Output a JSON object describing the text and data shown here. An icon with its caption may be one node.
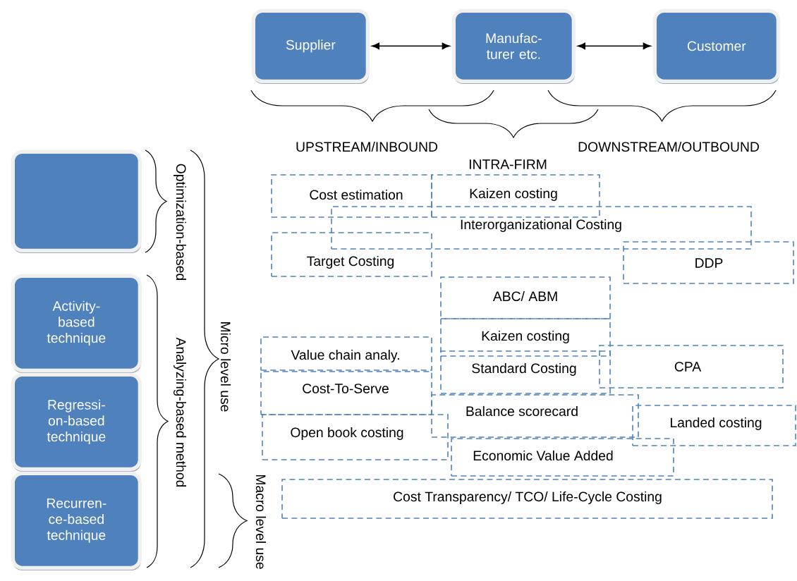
{
  "diagram": {
    "nodes": [
      {
        "text": [
          "Supplier"
        ]
      },
      {
        "text": [
          "Manufac- turer etc."
        ]
      },
      {
        "text": [
          "Customer"
        ]
      },
      {
        "text": [],
        "shape": "box"
      },
      {
        "text": [
          "Activity- based technique"
        ]
      },
      {
        "text": [
          "Regressi- on-based technique"
        ]
      },
      {
        "text": [
          "Recurren- ce-based technique"
        ]
      },
      {
        "text": [
          "Cost estimation"
        ]
      },
      {
        "text": [
          "Kaizen costing"
        ]
      },
      {
        "text": [
          "Interorganizational Costing"
        ]
      },
      {
        "text": [
          "Target Costing"
        ]
      },
      {
        "text": [
          "DDP"
        ]
      },
      {
        "text": [
          "ABC/ ABM"
        ]
      },
      {
        "text": [
          "Kaizen costing"
        ]
      },
      {
        "text": [
          "Value chain analy."
        ]
      },
      {
        "text": [
          "Standard Costing"
        ]
      },
      {
        "text": [
          "CPA"
        ]
      },
      {
        "text": [
          "Cost-To-Serve"
        ]
      },
      {
        "text": [
          "Balance scorecard"
        ]
      },
      {
        "text": [
          "Landed costing"
        ]
      },
      {
        "text": [
          "Open book costing"
        ]
      },
      {
        "text": [
          "Economic Value Added"
        ]
      },
      {
        "text": [
          "Cost Transparency/ TCO/ Life-Cycle Costing"
        ]
      }
    ],
    "edges": [
      {
        "from": 0,
        "to": 1,
        "arrow": "both"
      },
      {
        "from": 1,
        "to": 2,
        "arrow": "both"
      }
    ],
    "labels": [
      "UPSTREAM/INBOUND",
      "DOWNSTREAM/OUTBOUND",
      "INTRA-FIRM",
      "Optimization-based",
      "Analyzing-based method",
      "Micro level use",
      "Macro level use"
    ]
  }
}
